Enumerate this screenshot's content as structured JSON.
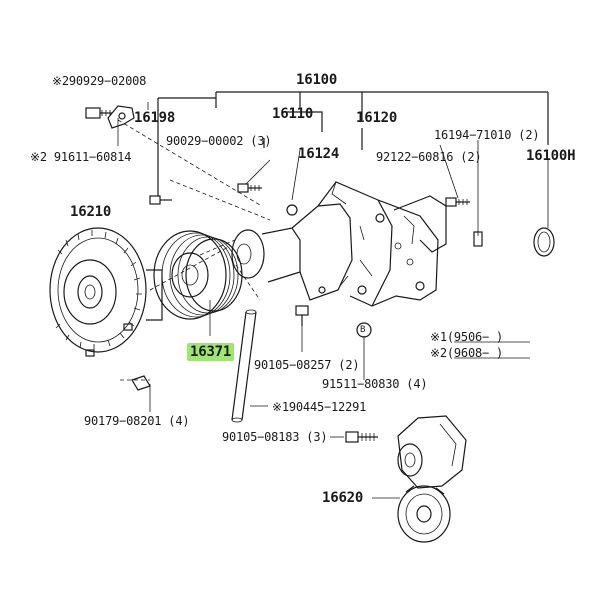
{
  "labels": {
    "l_290929_02008": "※290929−02008",
    "l_16100": "16100",
    "l_16198": "16198",
    "l_16110": "16110",
    "l_90029_00002": "90029−00002 (3)",
    "l_16120": "16120",
    "l_91611_60814": "※2 91611−60814",
    "l_16194_71010": "16194−71010 (2)",
    "l_16124": "16124",
    "l_92122_60816": "92122−60816 (2)",
    "l_16100H": "16100H",
    "l_16210": "16210",
    "l_16371": "16371",
    "l_90105_08257": "90105−08257 (2)",
    "l_91511_80830": "91511−80830 (4)",
    "l_note1": "※1(9506−        )",
    "l_note2": "※2(9608−        )",
    "l_90179_08201": "90179−08201 (4)",
    "l_190445_12291": "※190445−12291",
    "l_90105_08183": "90105−08183 (3)",
    "l_16620": "16620",
    "l_B": "B"
  },
  "colors": {
    "highlight": "#9ee66d",
    "ink": "#1a1a1a"
  }
}
